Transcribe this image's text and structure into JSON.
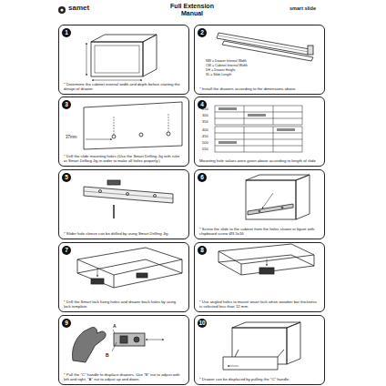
{
  "diagram": {
    "title": "Full Extension Manual",
    "nodes": [
      {
        "text": [
          "1",
          "* Determine the cabinet internal width and depth before starting the design of drawer."
        ]
      },
      {
        "text": [
          "2",
          "* Install the drawers according to the dimensions above."
        ]
      },
      {
        "text": [
          "3",
          "* Drill the slide mounting holes (Use the Smart Drilling Jig with ruler or Smart Drilling Jig in order to make all holes properly.)"
        ]
      },
      {
        "text": [
          "4",
          "Mounting hole values were given above according to length of slide"
        ]
      },
      {
        "text": [
          "5",
          "* Slider hole sleeve can be drilled by using Smart Drilling Jig."
        ]
      },
      {
        "text": [
          "6",
          "* Screw the slide to the cabinet from the holes shown in figure with chipboard screw Ø3.5x16"
        ]
      },
      {
        "text": [
          "7",
          "* Drill the Smart lock fixing holes and drawer back holes by using lock template."
        ]
      },
      {
        "text": [
          "8",
          "* Use angled holes to mount smart lock when wooden bar thickness is selected less than 12 mm."
        ]
      },
      {
        "text": [
          "9",
          "* Pull the \"C\" handle to displace drawers. Use \"B\" nut to adjust with left and right, \"A\" nut to adjust up and down."
        ]
      },
      {
        "text": [
          "10",
          "* Drawer can be displaced by pulling the \"C\" handle."
        ]
      }
    ],
    "labels": [
      "samet",
      "smart slide",
      "NW = Drawer Internal Width",
      "CW = Cabinet Internal Width",
      "DH = Drawer Height",
      "SL = Slide Length",
      "37mm",
      "250",
      "300",
      "350",
      "400",
      "450",
      "500",
      "550",
      "A",
      "B"
    ]
  }
}
